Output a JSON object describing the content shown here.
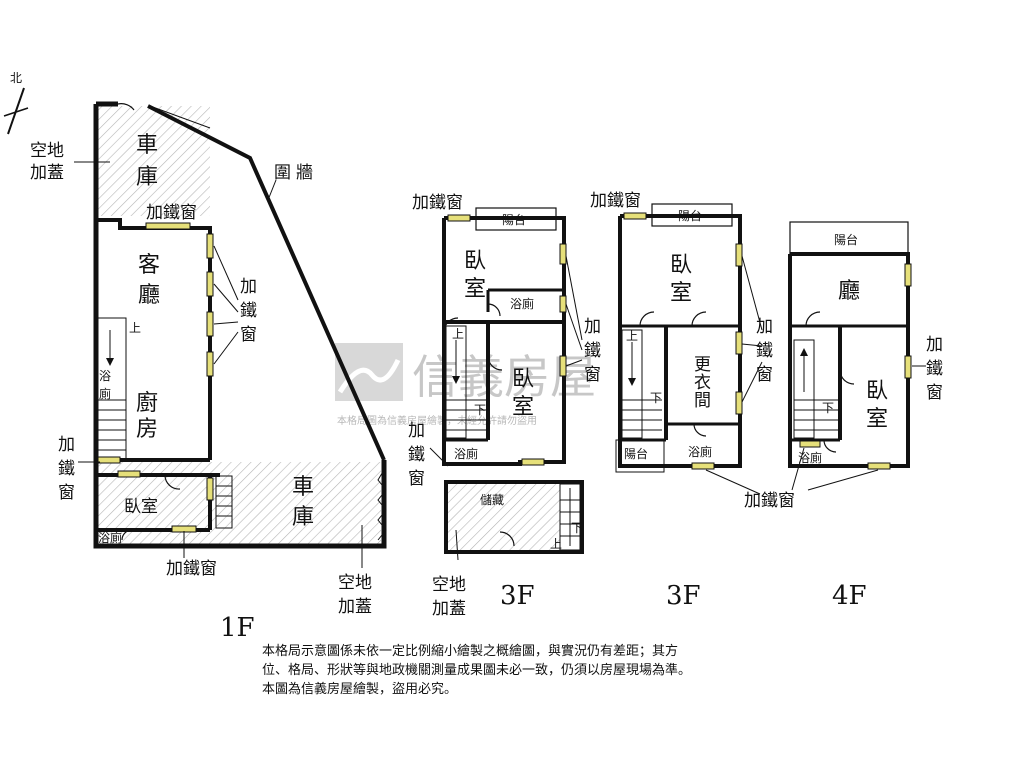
{
  "compass": "北",
  "floors": {
    "f1": "1F",
    "f3a": "3F",
    "f3b": "3F",
    "f4": "4F"
  },
  "f1": {
    "open_land_cover_top": [
      "空地",
      "加蓋"
    ],
    "garage_top": [
      "車",
      "庫"
    ],
    "wall": [
      "圍",
      "牆"
    ],
    "iron_window_top": "加鐵窗",
    "living": [
      "客",
      "廳"
    ],
    "iron_window_side": [
      "加",
      "鐵",
      "窗"
    ],
    "up": "上",
    "bath_v": [
      "浴",
      "廁"
    ],
    "kitchen": [
      "廚",
      "房"
    ],
    "iron_window_left": [
      "加",
      "鐵",
      "窗"
    ],
    "bedroom": "臥室",
    "bath": "浴廁",
    "iron_window_bottom": "加鐵窗",
    "garage_bottom": [
      "車",
      "庫"
    ],
    "open_land_cover_bottom": [
      "空地",
      "加蓋"
    ]
  },
  "f3a": {
    "iron_window_top": "加鐵窗",
    "balcony": "陽台",
    "bedroom1": [
      "臥",
      "室"
    ],
    "bath1": "浴廁",
    "up": "上",
    "down": "下",
    "bedroom2": [
      "臥",
      "室"
    ],
    "iron_window_right": [
      "加",
      "鐵",
      "窗"
    ],
    "iron_window_left": [
      "加",
      "鐵",
      "窗"
    ],
    "bath2": "浴廁",
    "storage": "儲藏",
    "st_down": "下",
    "st_up": "上",
    "open_land_cover": [
      "空地",
      "加蓋"
    ]
  },
  "f3b": {
    "iron_window_top": "加鐵窗",
    "balcony_top": "陽台",
    "bedroom": [
      "臥",
      "室"
    ],
    "iron_window_right": [
      "加",
      "鐵",
      "窗"
    ],
    "up": "上",
    "down": "下",
    "closet": [
      "更",
      "衣",
      "間"
    ],
    "balcony_bottom": "陽台",
    "bath": "浴廁"
  },
  "f4": {
    "balcony": "陽台",
    "hall": "廳",
    "iron_window_right": [
      "加",
      "鐵",
      "窗"
    ],
    "down": "下",
    "bedroom": [
      "臥",
      "室"
    ],
    "bath": "浴廁",
    "iron_window_bottom": "加鐵窗"
  },
  "watermark": {
    "brand": "信義房屋",
    "sub": "本格局圖為信義房屋繪製，未經允許請勿盜用"
  },
  "note_lines": [
    "本格局示意圖係未依一定比例縮小繪製之概繪圖，與實況仍有差距；其方",
    "位、格局、形狀等與地政機關測量成果圖未必一致，仍須以房屋現場為準。",
    "本圖為信義房屋繪製，盜用必究。"
  ],
  "colors": {
    "line": "#111111",
    "window": "#e6e07a",
    "hatch": "#b5b5b5",
    "watermark": "#9a9a9a"
  }
}
